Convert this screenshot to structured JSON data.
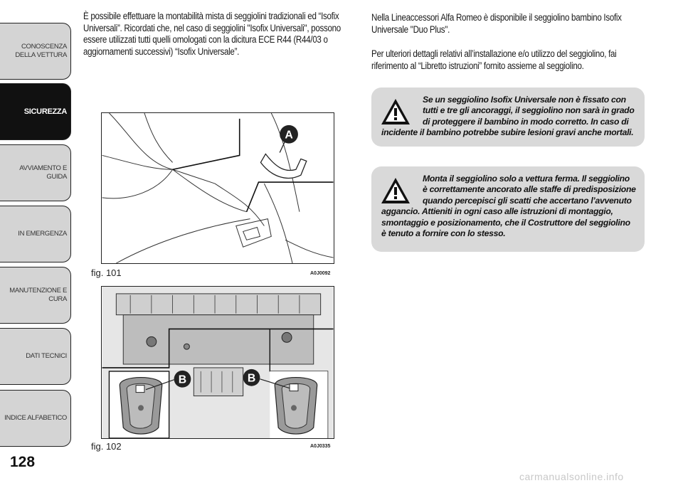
{
  "sidebar": {
    "tabs": [
      {
        "label": "CONOSCENZA\nDELLA VETTURA",
        "active": false
      },
      {
        "label": "SICUREZZA",
        "active": true
      },
      {
        "label": "AVVIAMENTO E\nGUIDA",
        "active": false
      },
      {
        "label": "IN EMERGENZA",
        "active": false
      },
      {
        "label": "MANUTENZIONE E\nCURA",
        "active": false
      },
      {
        "label": "DATI TECNICI",
        "active": false
      },
      {
        "label": "INDICE ALFABETICO",
        "active": false
      }
    ],
    "page_number": "128"
  },
  "left_column": {
    "paragraph": "È possibile effettuare la montabilità mista di seggiolini tradizionali ed “Isofix Universali”. Ricordati che, nel caso di seggiolini \"Isofix Universali\", possono essere utilizzati tutti quelli omologati con la dicitura ECE R44 (R44/03 o aggiornamenti successivi) “Isofix Universale”."
  },
  "figures": {
    "fig101": {
      "caption": "fig. 101",
      "code": "A0J0092",
      "callout": "A"
    },
    "fig102": {
      "caption": "fig. 102",
      "code": "A0J0335",
      "callout_left": "B",
      "callout_right": "B"
    }
  },
  "right_column": {
    "paragraph1": "Nella Lineaccessori Alfa Romeo è disponibile il seggiolino bambino Isofix Universale \"Duo Plus\".",
    "paragraph2": "Per ulteriori dettagli relativi all’installazione e/o utilizzo del seggiolino, fai riferimento al “Libretto istruzioni” fornito assieme al seggiolino."
  },
  "warnings": [
    {
      "icon": "warning-triangle-icon",
      "text": "Se un seggiolino Isofix Universale non è fissato con tutti e tre gli ancoraggi, il seggiolino non sarà in grado di proteggere il bambino in modo corretto. In caso di incidente il bambino potrebbe subire lesioni gravi anche mortali."
    },
    {
      "icon": "warning-triangle-icon",
      "text": "Monta il seggiolino solo a vettura ferma. Il seggiolino è correttamente ancorato alle staffe di predisposizione quando percepisci gli scatti che accertano l’avvenuto aggancio. Attieniti in ogni caso alle istruzioni di montaggio, smontaggio e posizionamento, che il Costruttore del seggiolino è tenuto a fornire con lo stesso."
    }
  ],
  "watermark": "carmanualsonline.info"
}
